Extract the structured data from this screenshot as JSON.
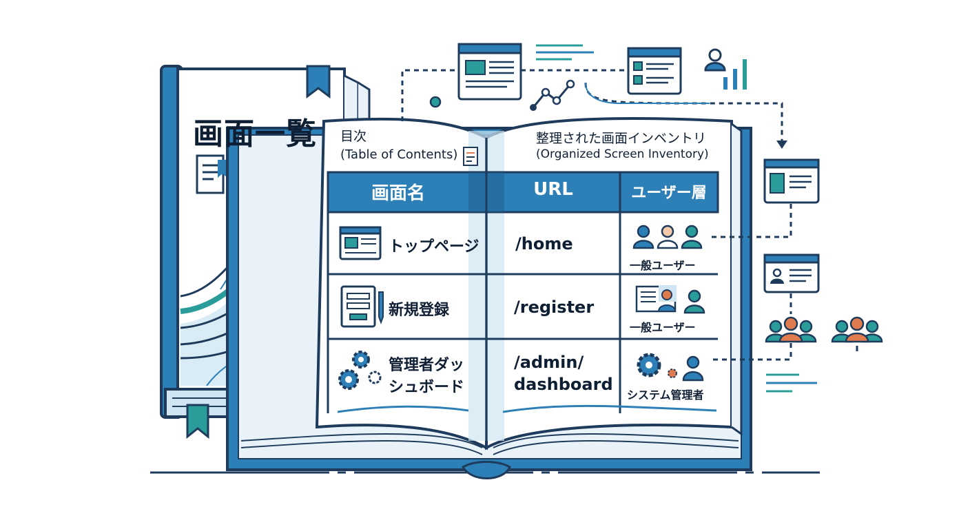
{
  "cover": {
    "title": "画面一覧"
  },
  "toc": {
    "title": "目次",
    "subtitle": "(Table of Contents)"
  },
  "inventory": {
    "title": "整理された画面インベントリ",
    "subtitle": "(Organized Screen Inventory)"
  },
  "table": {
    "headers": [
      "画面名",
      "URL",
      "ユーザー層"
    ],
    "rows": [
      {
        "name": "トップページ",
        "url": "/home",
        "role": "一般ユーザー",
        "icon": "webpage-icon"
      },
      {
        "name": "新規登録",
        "url": "/register",
        "role": "一般ユーザー",
        "icon": "form-icon"
      },
      {
        "name_line1": "管理者ダッ",
        "name_line2": "シュボード",
        "url_line1": "/admin/",
        "url_line2": "dashboard",
        "role": "システム管理者",
        "icon": "gears-icon"
      }
    ]
  },
  "colors": {
    "navy": "#1f3b5c",
    "blue": "#2d7fb8",
    "teal": "#2a9d9a",
    "light": "#cfe6f2",
    "orange": "#e07a4f"
  }
}
